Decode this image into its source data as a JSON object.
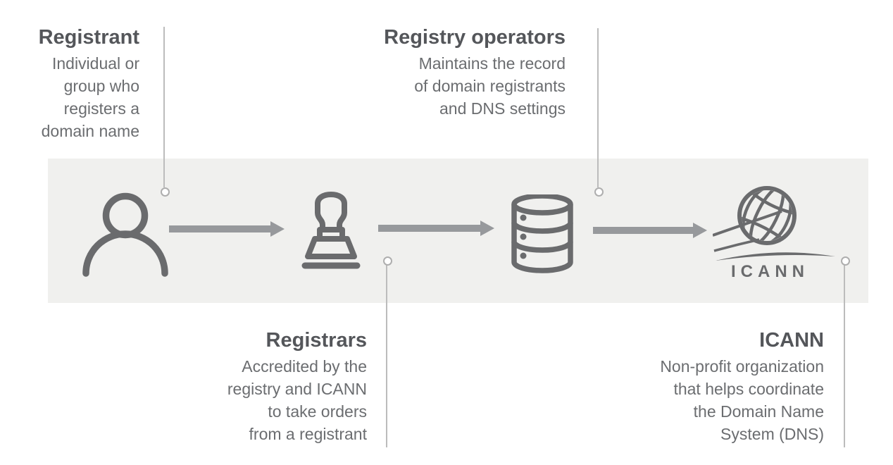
{
  "steps": [
    {
      "id": "registrant",
      "title": "Registrant",
      "description_lines": [
        "Individual or",
        "group who",
        "registers a",
        "domain name"
      ],
      "icon": "person-icon",
      "label_position": "top"
    },
    {
      "id": "registrars",
      "title": "Registrars",
      "description_lines": [
        "Accredited by the",
        "registry and ICANN",
        "to take orders",
        "from a registrant"
      ],
      "icon": "stamp-icon",
      "label_position": "bottom"
    },
    {
      "id": "registry-operators",
      "title": "Registry operators",
      "description_lines": [
        "Maintains the record",
        "of domain registrants",
        "and DNS settings"
      ],
      "icon": "database-icon",
      "label_position": "top"
    },
    {
      "id": "icann",
      "title": "ICANN",
      "description_lines": [
        "Non-profit organization",
        "that helps coordinate",
        "the Domain Name",
        "System (DNS)"
      ],
      "icon": "icann-globe-logo",
      "label_position": "bottom"
    }
  ],
  "icann_logo": {
    "wordmark": "ICANN"
  },
  "colors": {
    "background": "#ffffff",
    "band": "#f0f0ee",
    "icon_gray": "#6a6b6d",
    "arrow_gray": "#97999c",
    "title_text": "#54565a",
    "body_text": "#6b6d70",
    "callout_line": "#bcbcbc"
  }
}
